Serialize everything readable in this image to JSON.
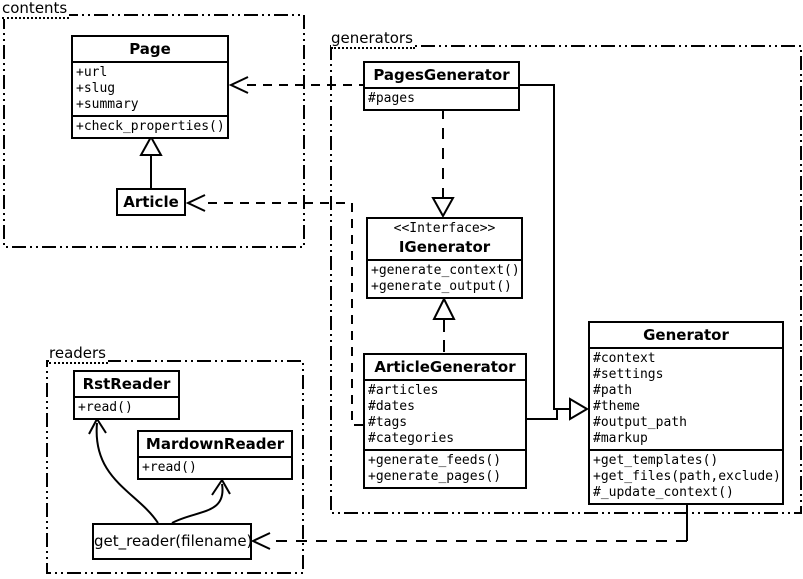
{
  "diagram_title": "UML class diagram",
  "colors": {
    "line": "#000000",
    "box_bg": "#ffffff",
    "background": "#ffffff"
  },
  "packages": {
    "contents": {
      "label": "contents"
    },
    "generators": {
      "label": "generators"
    },
    "readers": {
      "label": "readers"
    }
  },
  "classes": {
    "page": {
      "title": "Page",
      "attributes": [
        "+url",
        "+slug",
        "+summary"
      ],
      "methods": [
        "+check_properties()"
      ]
    },
    "article": {
      "title": "Article"
    },
    "pages_generator": {
      "title": "PagesGenerator",
      "attributes": [
        "#pages"
      ]
    },
    "igenerator": {
      "stereotype": "<<Interface>>",
      "title": "IGenerator",
      "methods": [
        "+generate_context()",
        "+generate_output()"
      ]
    },
    "article_generator": {
      "title": "ArticleGenerator",
      "attributes": [
        "#articles",
        "#dates",
        "#tags",
        "#categories"
      ],
      "methods": [
        "+generate_feeds()",
        "+generate_pages()"
      ]
    },
    "generator": {
      "title": "Generator",
      "attributes": [
        "#context",
        "#settings",
        "#path",
        "#theme",
        "#output_path",
        "#markup"
      ],
      "methods": [
        "+get_templates()",
        "+get_files(path,exclude)",
        "#_update_context()"
      ]
    },
    "rst_reader": {
      "title": "RstReader",
      "methods": [
        "+read()"
      ]
    },
    "mardown_reader": {
      "title": "MardownReader",
      "methods": [
        "+read()"
      ]
    },
    "get_reader": {
      "title": "get_reader(filename)"
    }
  },
  "relationships": [
    {
      "from": "Article",
      "to": "Page",
      "type": "inheritance"
    },
    {
      "from": "PagesGenerator",
      "to": "Page",
      "type": "dependency"
    },
    {
      "from": "ArticleGenerator",
      "to": "Article",
      "type": "dependency"
    },
    {
      "from": "PagesGenerator",
      "to": "IGenerator",
      "type": "realization"
    },
    {
      "from": "ArticleGenerator",
      "to": "IGenerator",
      "type": "realization"
    },
    {
      "from": "PagesGenerator",
      "to": "Generator",
      "type": "inheritance"
    },
    {
      "from": "ArticleGenerator",
      "to": "Generator",
      "type": "inheritance"
    },
    {
      "from": "Generator",
      "to": "get_reader(filename)",
      "type": "dependency"
    },
    {
      "from": "get_reader(filename)",
      "to": "RstReader",
      "type": "association"
    },
    {
      "from": "get_reader(filename)",
      "to": "MardownReader",
      "type": "association"
    }
  ]
}
